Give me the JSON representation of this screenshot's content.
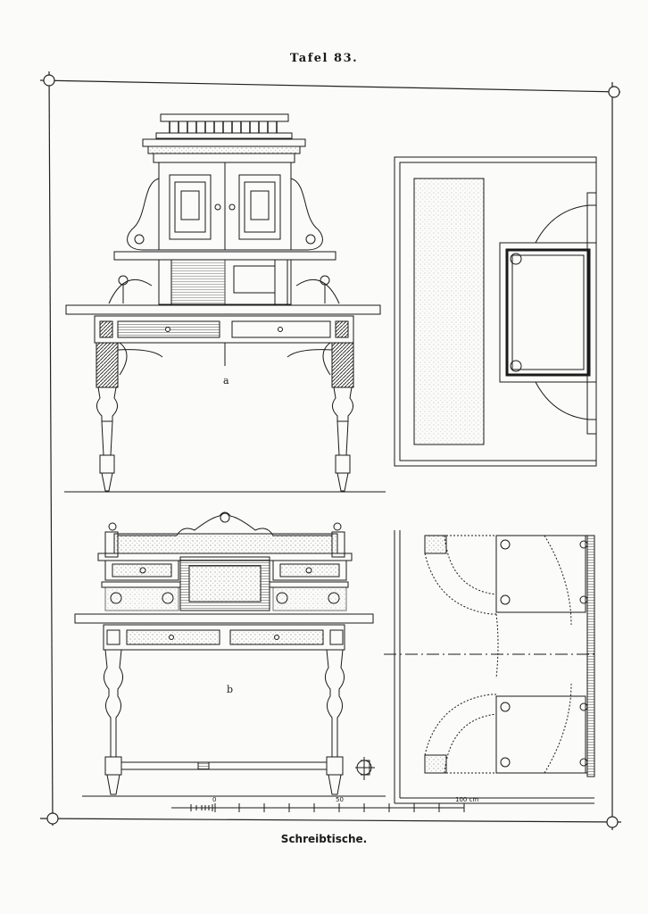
{
  "plate": {
    "title": "Tafel 83.",
    "caption": "Schreibtische."
  },
  "figures": {
    "a_label": "a",
    "b_label": "b"
  },
  "scale_bar": {
    "labels": [
      "0",
      "50",
      "100 cm"
    ]
  }
}
